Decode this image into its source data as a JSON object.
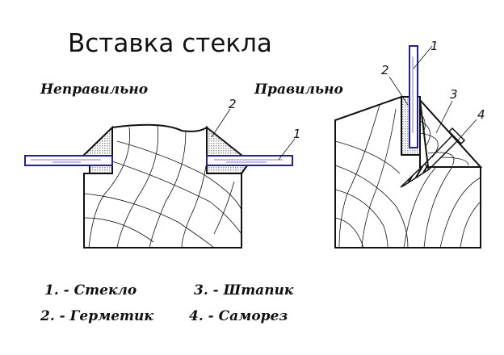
{
  "title": "Вставка стекла",
  "headings": {
    "wrong": "Неправильно",
    "right": "Правильно"
  },
  "callouts": {
    "wrong": [
      "2",
      "1"
    ],
    "right": [
      "1",
      "2",
      "3",
      "4"
    ]
  },
  "legend": [
    "1. - Стекло",
    "3. - Штапик",
    "2. - Герметик",
    "4. - Саморез"
  ],
  "colors": {
    "glass_stroke": "#2020a0",
    "line": "#111111"
  }
}
